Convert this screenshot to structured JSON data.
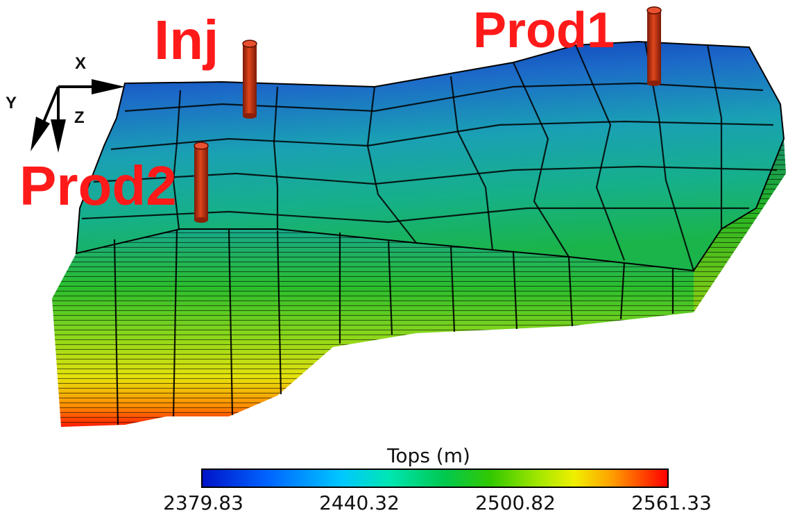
{
  "wells": {
    "inj": "Inj",
    "prod1": "Prod1",
    "prod2": "Prod2"
  },
  "axes": {
    "x": "X",
    "y": "Y",
    "z": "Z"
  },
  "colorbar": {
    "title": "Tops (m)",
    "ticks": [
      "2379.83",
      "2440.32",
      "2500.82",
      "2561.33"
    ],
    "colors": [
      "#0014c8",
      "#00c8ff",
      "#00c850",
      "#f0f000",
      "#ff0000"
    ]
  },
  "colors": {
    "well_label": "#ff1a1a",
    "well_pipe": "#c83214",
    "grid_lines": "#000000"
  }
}
